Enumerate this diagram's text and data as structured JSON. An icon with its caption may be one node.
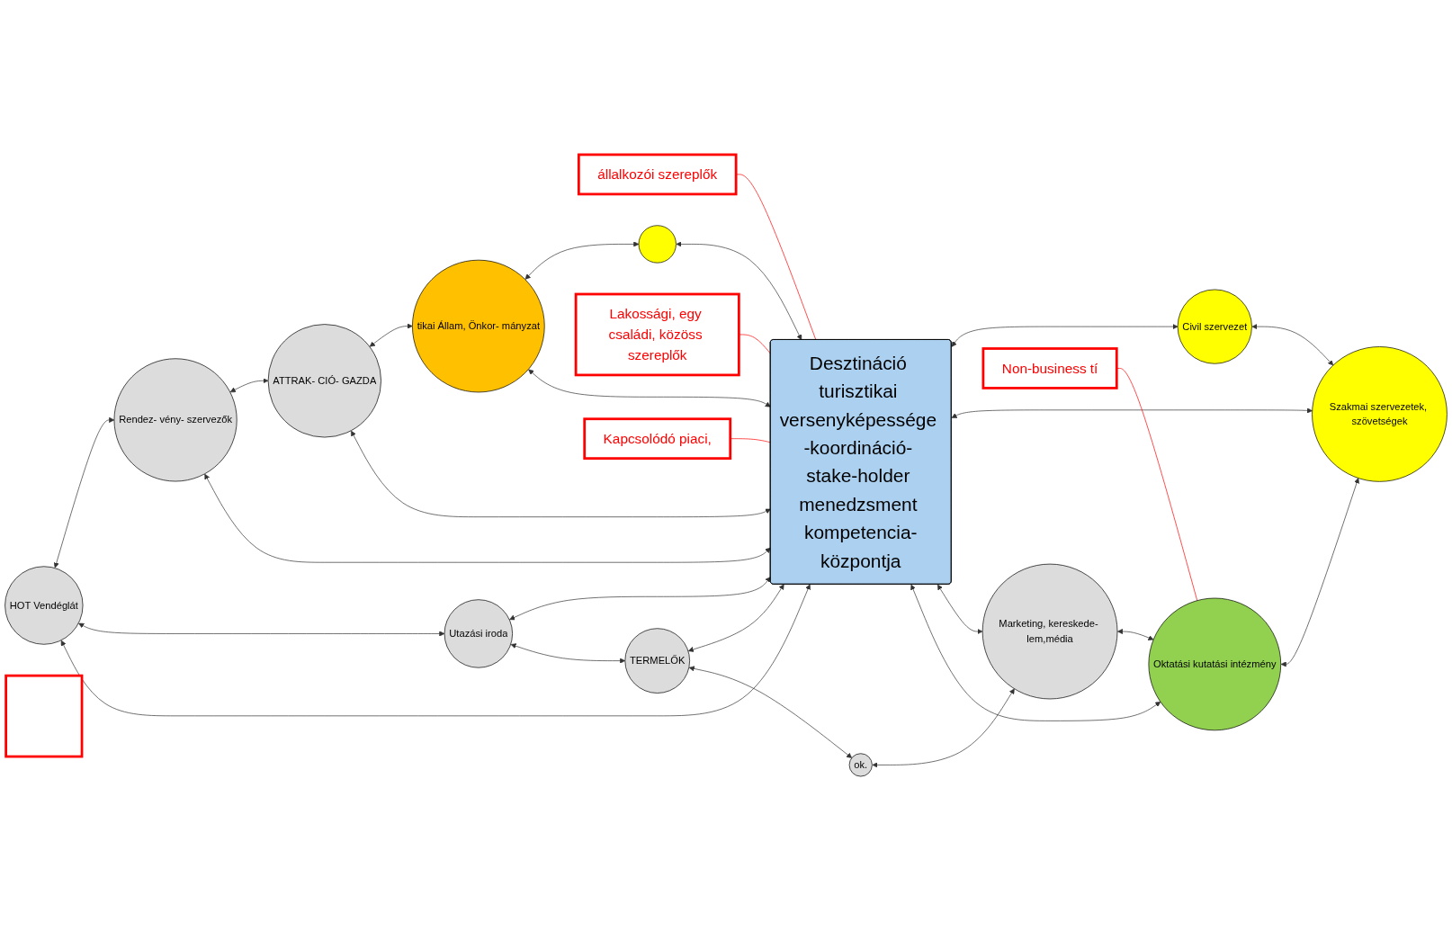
{
  "diagram": {
    "nodes": [
      {
        "text": [
          "állalkozói szereplők"
        ]
      },
      {
        "text": [],
        "shape": "box"
      },
      {
        "text": [
          "HOT Vendéglát"
        ]
      },
      {
        "text": [
          "Rendez- vény- szervezők"
        ]
      },
      {
        "text": [
          "ATTRAK- CIÓ- GAZDA"
        ]
      },
      {
        "text": [
          "tikai Állam, Önkor- mányzat"
        ]
      },
      {
        "text": [],
        "shape": "circle"
      },
      {
        "text": [
          "Lakossági, egy családi, közöss szereplők"
        ]
      },
      {
        "text": [
          "Utazási iroda"
        ]
      },
      {
        "text": [
          "Desztináció turisztikai versenyképessége -koordináció- stake-holder menedzsment kompetencia-központja"
        ]
      },
      {
        "text": [
          "Civil szervezet"
        ]
      },
      {
        "text": [
          "TERMELŐK"
        ]
      },
      {
        "text": [
          "Szakmai szervezetek, szövetségek"
        ]
      },
      {
        "text": [
          "ok."
        ]
      },
      {
        "text": [
          "Marketing, kereskede- lem,média"
        ]
      },
      {
        "text": [
          "Oktatási kutatási intézmény"
        ]
      },
      {
        "text": [
          "Kapcsolódó piaci,"
        ]
      },
      {
        "text": [
          "Non-business tí"
        ]
      }
    ],
    "edges": [
      {
        "from": 2,
        "to": 3,
        "arrow": "both"
      },
      {
        "from": 3,
        "to": 4,
        "arrow": "both"
      },
      {
        "from": 4,
        "to": 5,
        "arrow": "both"
      },
      {
        "from": 5,
        "to": 6,
        "arrow": "both"
      },
      {
        "from": 2,
        "to": 8,
        "arrow": "both"
      },
      {
        "from": 2,
        "to": 9,
        "arrow": "both"
      },
      {
        "from": 3,
        "to": 9,
        "arrow": "both"
      },
      {
        "from": 4,
        "to": 9,
        "arrow": "both"
      },
      {
        "from": 5,
        "to": 9,
        "arrow": "both"
      },
      {
        "from": 6,
        "to": 9,
        "arrow": "both"
      },
      {
        "from": 8,
        "to": 9,
        "arrow": "both"
      },
      {
        "from": 8,
        "to": 11,
        "arrow": "both"
      },
      {
        "from": 11,
        "to": 9,
        "arrow": "both"
      },
      {
        "from": 9,
        "to": 10,
        "arrow": "both"
      },
      {
        "from": 9,
        "to": 12,
        "arrow": "both"
      },
      {
        "from": 10,
        "to": 12,
        "arrow": "both"
      },
      {
        "from": 11,
        "to": 13,
        "arrow": "both"
      },
      {
        "from": 13,
        "to": 14,
        "arrow": "both"
      },
      {
        "from": 9,
        "to": 14,
        "arrow": "both"
      },
      {
        "from": 9,
        "to": 15,
        "arrow": "both"
      },
      {
        "from": 14,
        "to": 15,
        "arrow": "both"
      },
      {
        "from": 15,
        "to": 12,
        "arrow": "both"
      },
      {
        "from": 0,
        "to": 9,
        "arrow": "none",
        "color": "#ff0000"
      },
      {
        "from": 7,
        "to": 9,
        "arrow": "none",
        "color": "#ff0000"
      },
      {
        "from": 16,
        "to": 9,
        "arrow": "none",
        "color": "#ff0000"
      },
      {
        "from": 17,
        "to": 15,
        "arrow": "none",
        "color": "#ff0000"
      }
    ]
  }
}
